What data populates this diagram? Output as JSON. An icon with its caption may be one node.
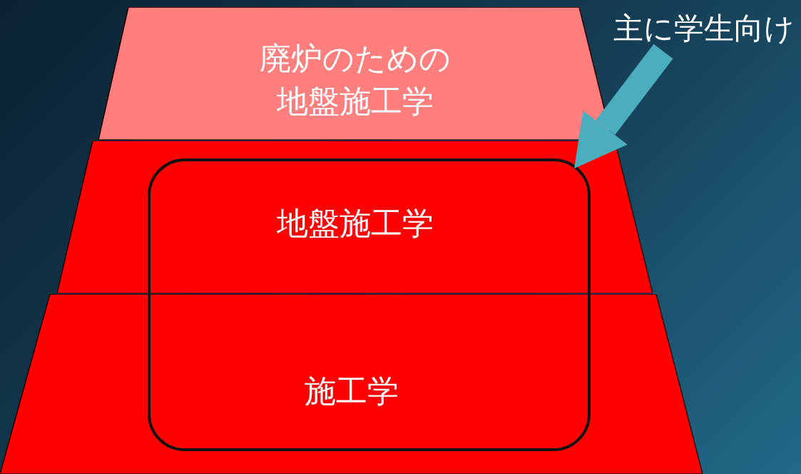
{
  "diagram": {
    "nodes": [
      {
        "text": [
          "廃炉のための地盤施工学"
        ]
      },
      {
        "text": [
          "地盤施工学"
        ]
      },
      {
        "text": [
          "施工学"
        ]
      },
      {
        "text": [],
        "shape": "box"
      },
      {
        "text": [
          "主に学生向け"
        ]
      }
    ],
    "edges": [
      {
        "from": 4,
        "to": 3,
        "arrow": "to"
      }
    ]
  }
}
